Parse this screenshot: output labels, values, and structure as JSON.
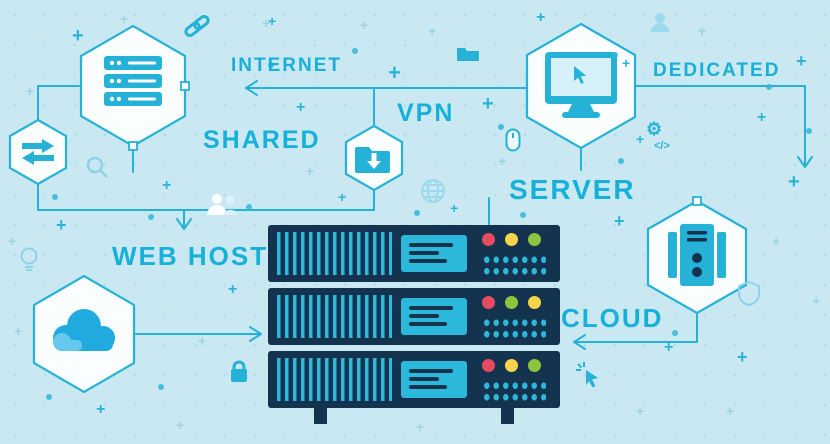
{
  "labels": {
    "internet": "INTERNET",
    "shared": "SHARED",
    "vpn": "VPN",
    "web_host": "WEB HOST",
    "server": "SERVER",
    "dedicated": "DEDICATED",
    "cloud": "CLOUD"
  },
  "icons": {
    "plus": "+",
    "gear": "⚙",
    "code": "</>"
  },
  "colors": {
    "background": "#c9e8f2",
    "accent": "#25b2d6",
    "accent_light": "#8ed2e8",
    "navy": "#14334e",
    "led_red": "#e84a5f",
    "led_yellow": "#f6d44c",
    "led_green": "#8cc63e",
    "cloud_blue": "#21aadd",
    "cloud_light": "#65c8ec",
    "white": "#ffffff"
  },
  "rack": {
    "units": [
      {
        "leds": [
          "#e84a5f",
          "#f6d44c",
          "#8cc63e"
        ]
      },
      {
        "leds": [
          "#e84a5f",
          "#8cc63e",
          "#f6d44c"
        ]
      },
      {
        "leds": [
          "#e84a5f",
          "#f6d44c",
          "#8cc63e"
        ]
      }
    ]
  }
}
